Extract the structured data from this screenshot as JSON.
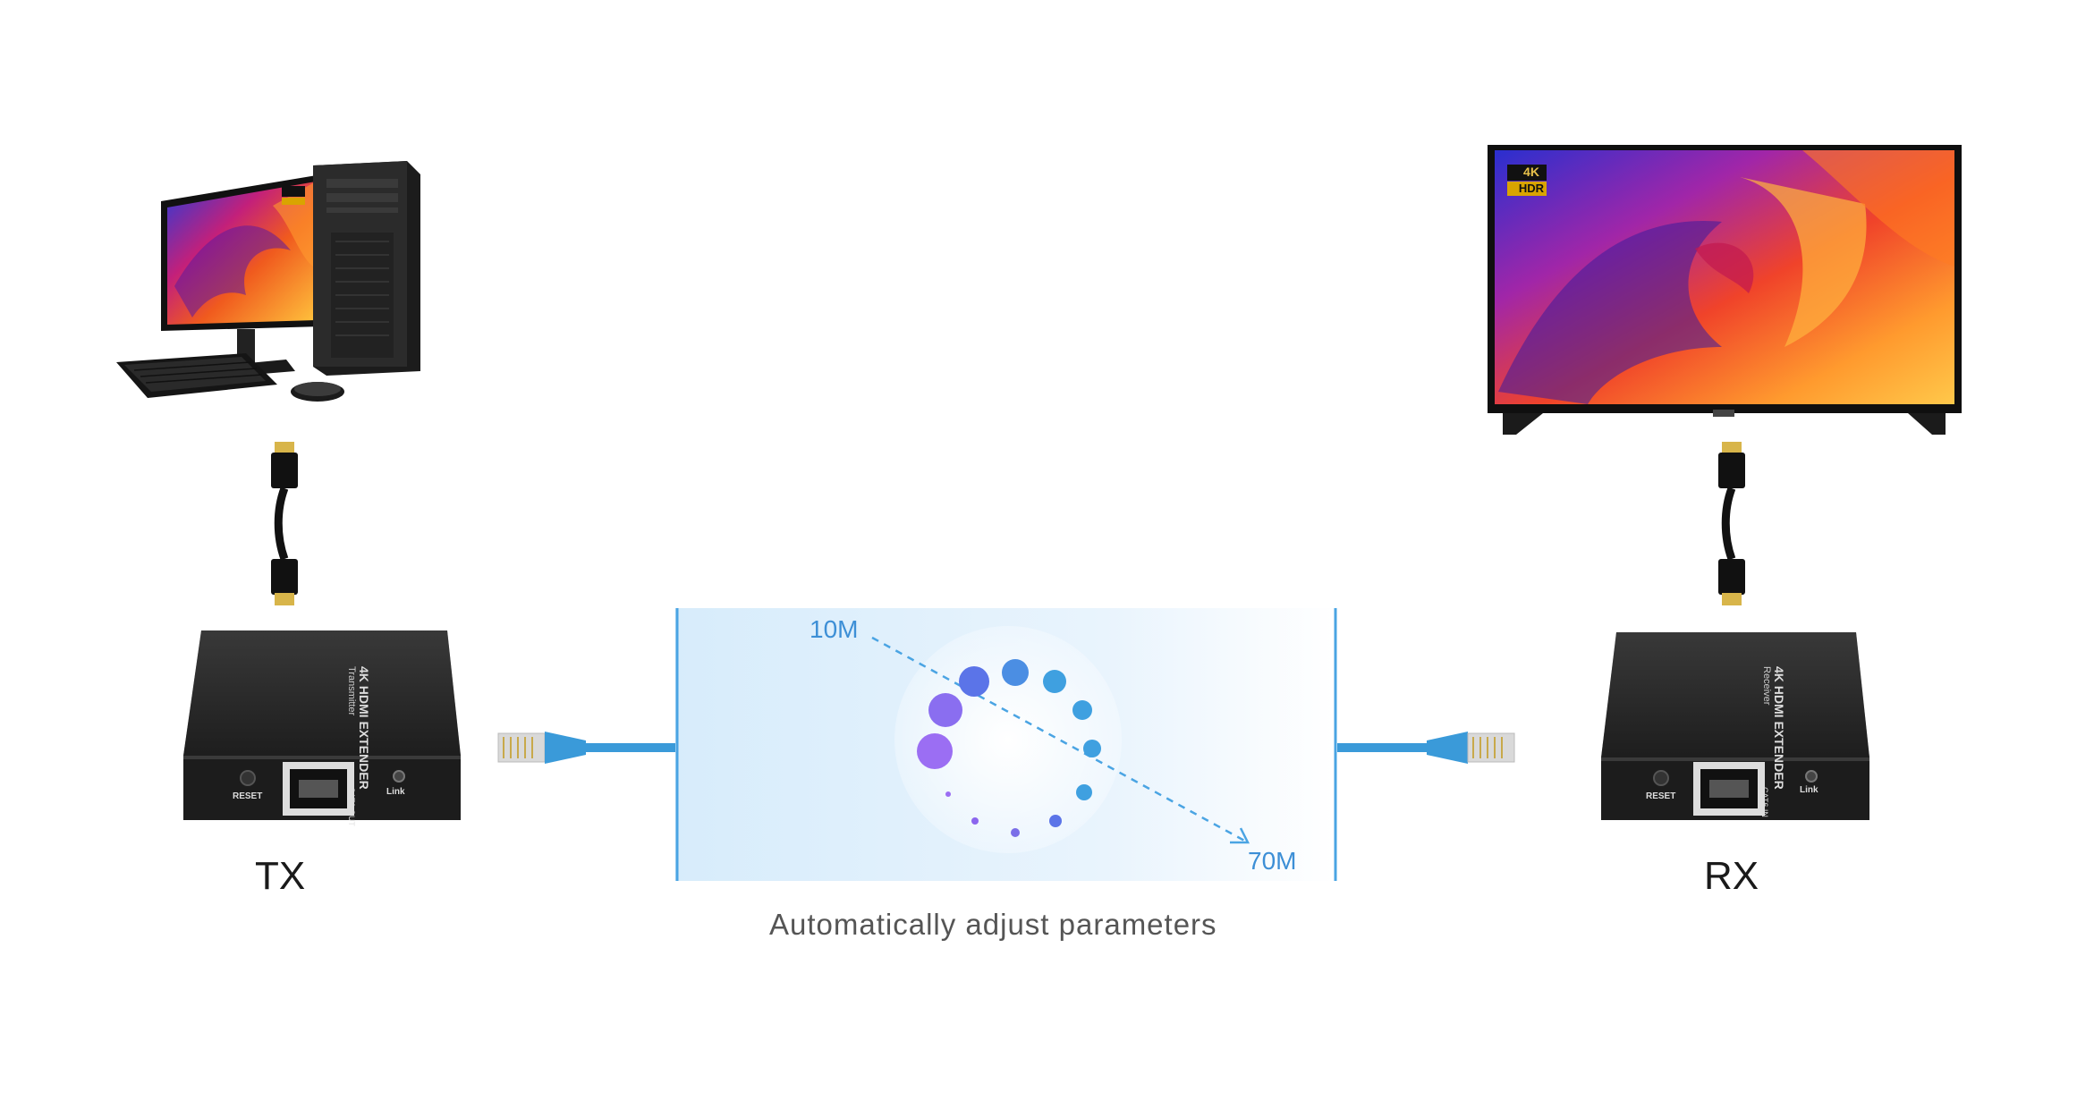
{
  "devices": {
    "tx_label": "TX",
    "rx_label": "RX",
    "box_title": "4K HDMI EXTENDER",
    "tx_subtitle": "Transmitter",
    "rx_subtitle": "Receiver",
    "reset_label": "RESET",
    "tx_port_label": "CAT6 OUT",
    "rx_port_label": "CAT6 IN",
    "link_label": "Link"
  },
  "screen_badges": {
    "res": "4K",
    "hdr": "HDR"
  },
  "diagram": {
    "min_distance": "10M",
    "max_distance": "70M",
    "caption": "Automatically adjust parameters"
  },
  "colors": {
    "cable_blue": "#3a9ad9",
    "accent_purple": "#9b6ef3",
    "accent_blue": "#3d8fd6"
  }
}
